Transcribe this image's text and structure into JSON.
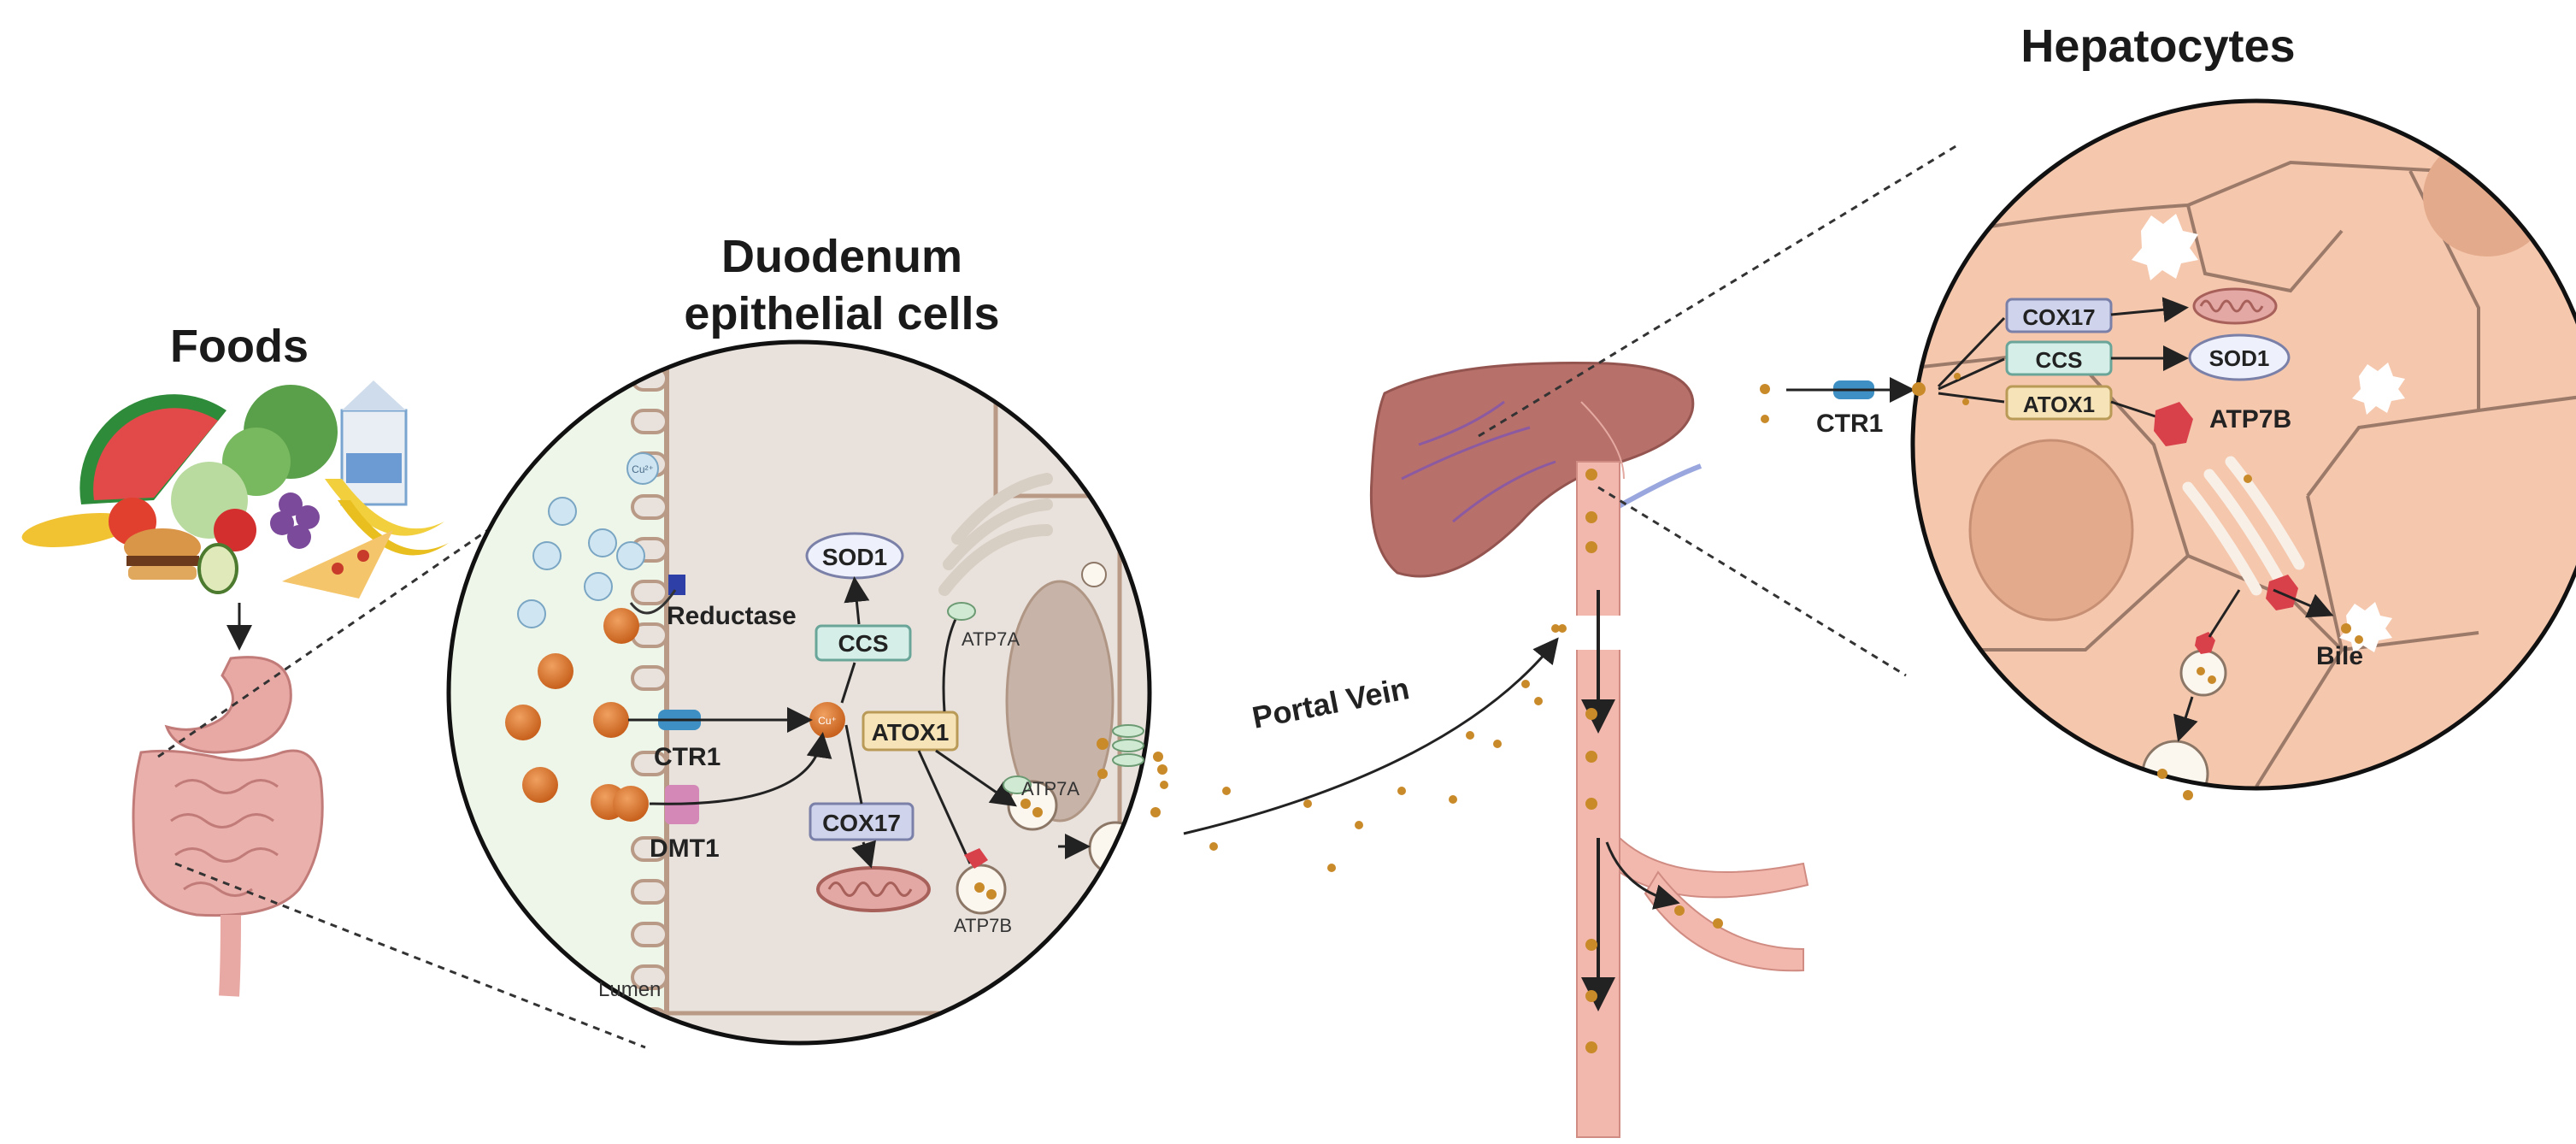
{
  "headings": {
    "foods": "Foods",
    "duodenum_line1": "Duodenum",
    "duodenum_line2": "epithelial cells",
    "hepatocytes": "Hepatocytes"
  },
  "duodenum": {
    "reductase": "Reductase",
    "ctr1": "CTR1",
    "dmt1": "DMT1",
    "sod1": "SOD1",
    "ccs": "CCS",
    "atox1": "ATOX1",
    "cox17": "COX17",
    "atp7a_golgi": "ATP7A",
    "atp7a_vesicle": "ATP7A",
    "atp7b": "ATP7B",
    "lumen": "Lumen",
    "cu2_ion": "Cu²⁺",
    "cu1_ion": "Cu⁺"
  },
  "portal_vein": "Portal Vein",
  "hepatocyte": {
    "cox17": "COX17",
    "ccs": "CCS",
    "atox1": "ATOX1",
    "sod1": "SOD1",
    "ctr1": "CTR1",
    "atp7b": "ATP7B",
    "bile": "Bile"
  },
  "colors": {
    "cell_fill": "#e9e2dc",
    "lumen_fill": "#eef5e9",
    "cu_orange": "#d9752a",
    "cu_blue": "#cfe6f2",
    "sod1_fill": "#eef0fb",
    "ccs_fill": "#d5efe8",
    "atox1_fill": "#f6e4b8",
    "cox17_fill": "#cfd4ec",
    "hepatocyte_fill": "#f5c7ad",
    "liver_fill": "#b8706a",
    "vessel_fill": "#f3b8ad",
    "atp7b_red": "#d9414a",
    "ctr1_blue": "#3d8fc4",
    "dmt1_pink": "#d488b8"
  }
}
